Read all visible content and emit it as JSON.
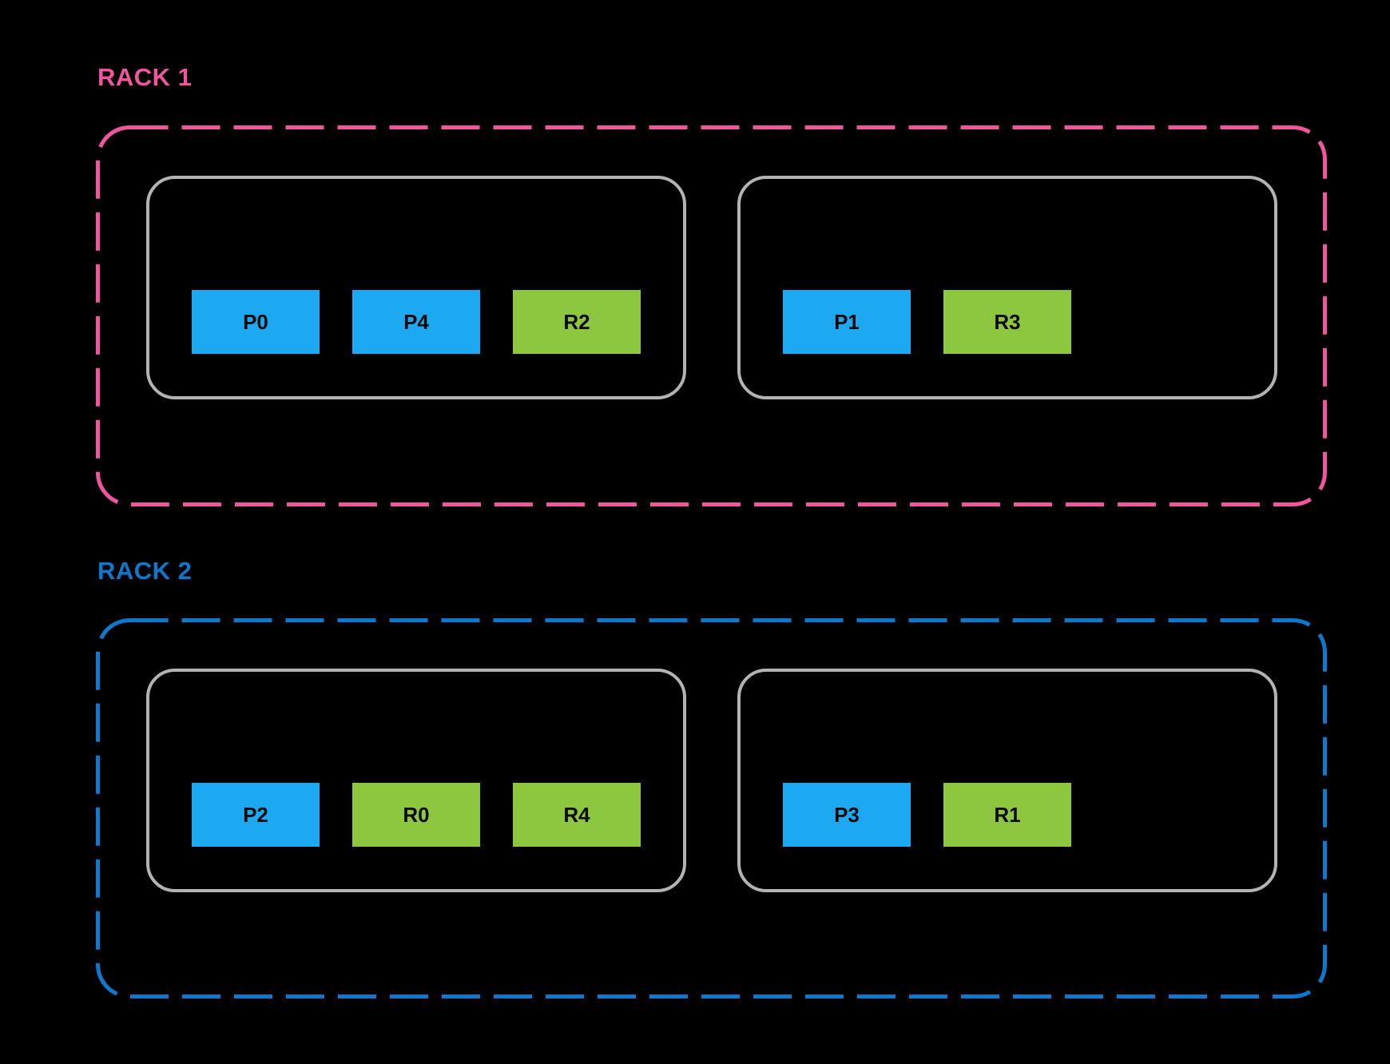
{
  "colors": {
    "background": "#000000",
    "primary_node": "#1DA9F2",
    "replica_node": "#8DC63F",
    "rack1_accent": "#F0569E",
    "rack2_accent": "#0E78CC",
    "host_border": "#B3B3B3",
    "node_text": "#0A0A0A"
  },
  "racks": [
    {
      "label": "RACK 1",
      "accent": "#F0569E",
      "hosts": [
        {
          "nodes": [
            {
              "label": "P0",
              "role": "primary",
              "color": "#1DA9F2"
            },
            {
              "label": "P4",
              "role": "primary",
              "color": "#1DA9F2"
            },
            {
              "label": "R2",
              "role": "replica",
              "color": "#8DC63F"
            }
          ]
        },
        {
          "nodes": [
            {
              "label": "P1",
              "role": "primary",
              "color": "#1DA9F2"
            },
            {
              "label": "R3",
              "role": "replica",
              "color": "#8DC63F"
            }
          ]
        }
      ]
    },
    {
      "label": "RACK 2",
      "accent": "#0E78CC",
      "hosts": [
        {
          "nodes": [
            {
              "label": "P2",
              "role": "primary",
              "color": "#1DA9F2"
            },
            {
              "label": "R0",
              "role": "replica",
              "color": "#8DC63F"
            },
            {
              "label": "R4",
              "role": "replica",
              "color": "#8DC63F"
            }
          ]
        },
        {
          "nodes": [
            {
              "label": "P3",
              "role": "primary",
              "color": "#1DA9F2"
            },
            {
              "label": "R1",
              "role": "replica",
              "color": "#8DC63F"
            }
          ]
        }
      ]
    }
  ]
}
